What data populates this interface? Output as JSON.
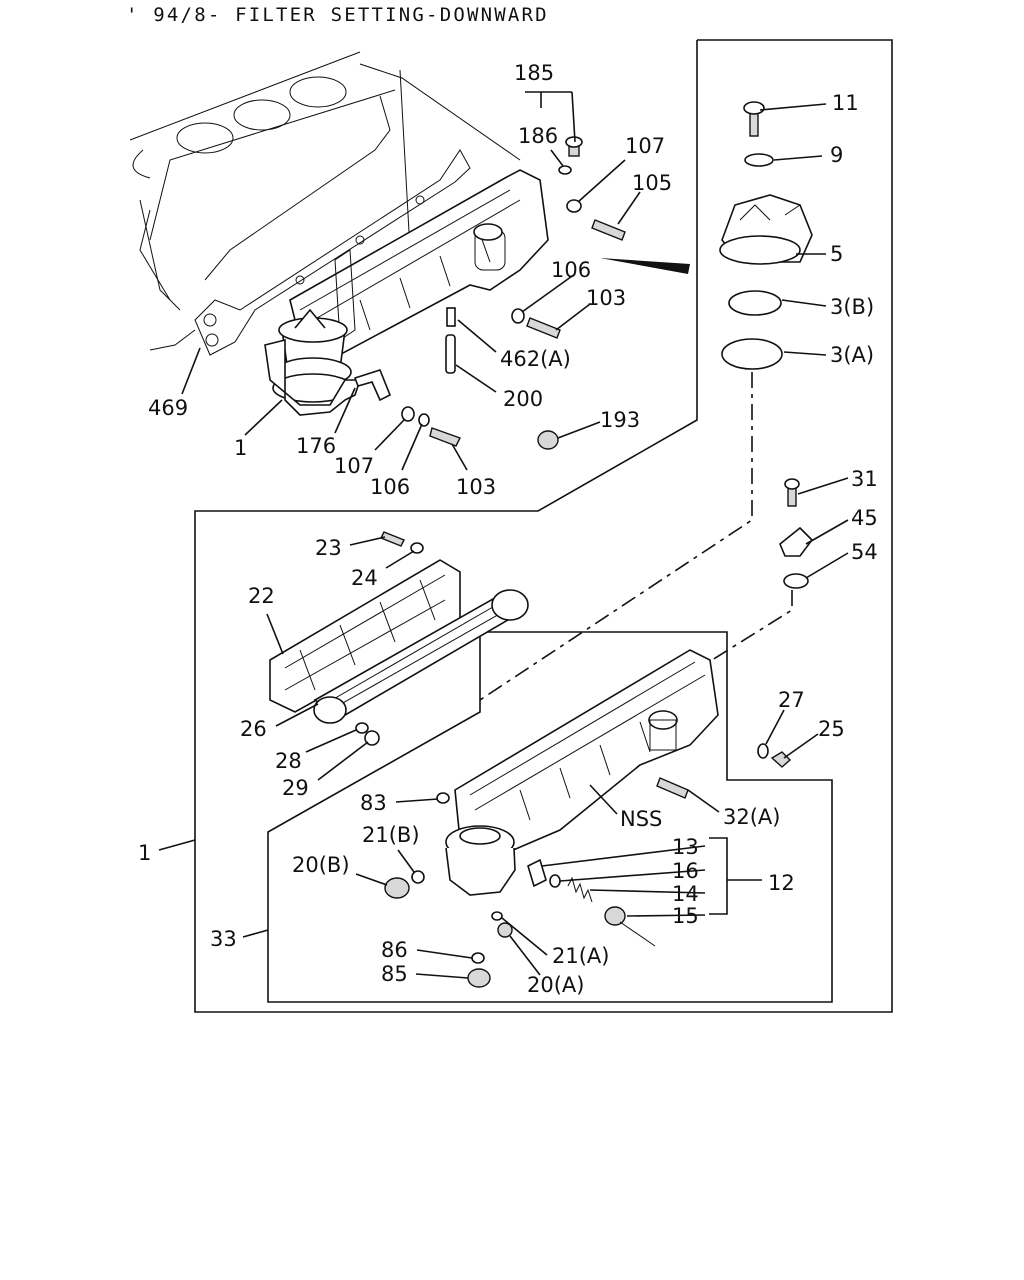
{
  "header": {
    "title": "' 94/8- FILTER SETTING-DOWNWARD"
  },
  "callouts": {
    "c185": "185",
    "c186": "186",
    "c107a": "107",
    "c105": "105",
    "c106a": "106",
    "c103a": "103",
    "c462a": "462(A)",
    "c200": "200",
    "c193": "193",
    "c469": "469",
    "c1a": "1",
    "c176": "176",
    "c107b": "107",
    "c106b": "106",
    "c103b": "103",
    "c11": "11",
    "c9": "9",
    "c5": "5",
    "c3b": "3(B)",
    "c3a": "3(A)",
    "c31": "31",
    "c45": "45",
    "c54": "54",
    "c23": "23",
    "c24": "24",
    "c22": "22",
    "c26": "26",
    "c28": "28",
    "c29": "29",
    "c27": "27",
    "c25": "25",
    "c1b": "1",
    "c83": "83",
    "c21b": "21(B)",
    "c20b": "20(B)",
    "cnss": "NSS",
    "c32a": "32(A)",
    "c13": "13",
    "c16": "16",
    "c14": "14",
    "c15": "15",
    "c12": "12",
    "c33": "33",
    "c86": "86",
    "c85": "85",
    "c21a": "21(A)",
    "c20a": "20(A)"
  }
}
